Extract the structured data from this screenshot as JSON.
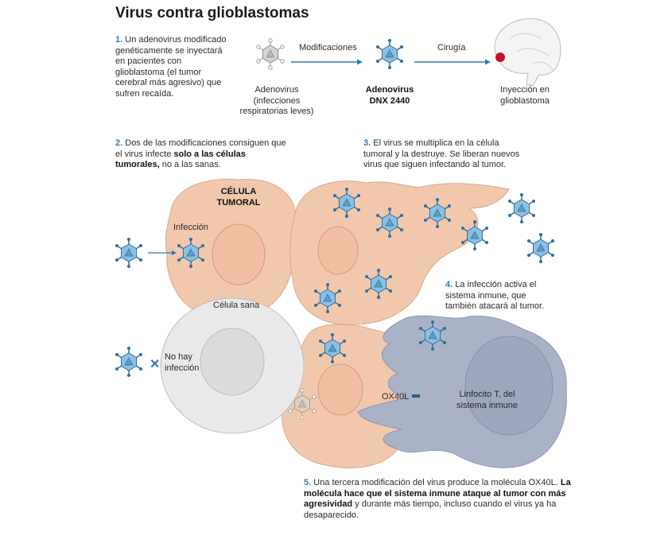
{
  "title": "Virus contra glioblastomas",
  "step1": {
    "num": "1.",
    "text": "Un adenovirus modificado genéticamente se inyectará en pacientes con glioblastoma (el tumor cerebral más agresivo) que sufren recaída."
  },
  "flow": {
    "arrow1_label": "Modificaciones",
    "arrow2_label": "Cirugía",
    "virus1_label": "Adenovirus (infecciones respiratorias leves)",
    "virus2_label_line1": "Adenovirus",
    "virus2_label_line2": "DNX 2440",
    "brain_label": "Inyección en glioblastoma"
  },
  "step2": {
    "num": "2.",
    "text_a": "Dos de las modificaciones consiguen que el virus infecte ",
    "bold": "solo a las células tumorales,",
    "text_b": " no a las sanas."
  },
  "step3": {
    "num": "3.",
    "text": "El virus se multiplica en la célula tumoral y la destruye. Se liberan nuevos virus que siguen infectando al tumor."
  },
  "step4": {
    "num": "4.",
    "text": "La infección activa el sistema inmune, que también atacará al tumor."
  },
  "step5": {
    "num": "5.",
    "text_a": "Una tercera modificación del virus produce la molécula OX40L. ",
    "bold": "La molécula hace que el sistema inmune ataque al tumor con más agresividad",
    "text_b": " y durante más tiempo, incluso cuando el virus ya ha desaparecido."
  },
  "labels": {
    "tumor_cell_line1": "CÉLULA",
    "tumor_cell_line2": "TUMORAL",
    "infection": "Infección",
    "healthy_cell": "Célula sana",
    "no_infection": "No hay infección",
    "molecule": "OX40L",
    "t_cell": "Linfocito T, del sistema inmune"
  },
  "colors": {
    "accent": "#2c7bb6",
    "tumor": "#f2c8ad",
    "healthy": "#e6e6e6",
    "tcell": "#a9b1c7",
    "virus": "#5b9cc9",
    "tumor_dot": "#c8102e"
  }
}
